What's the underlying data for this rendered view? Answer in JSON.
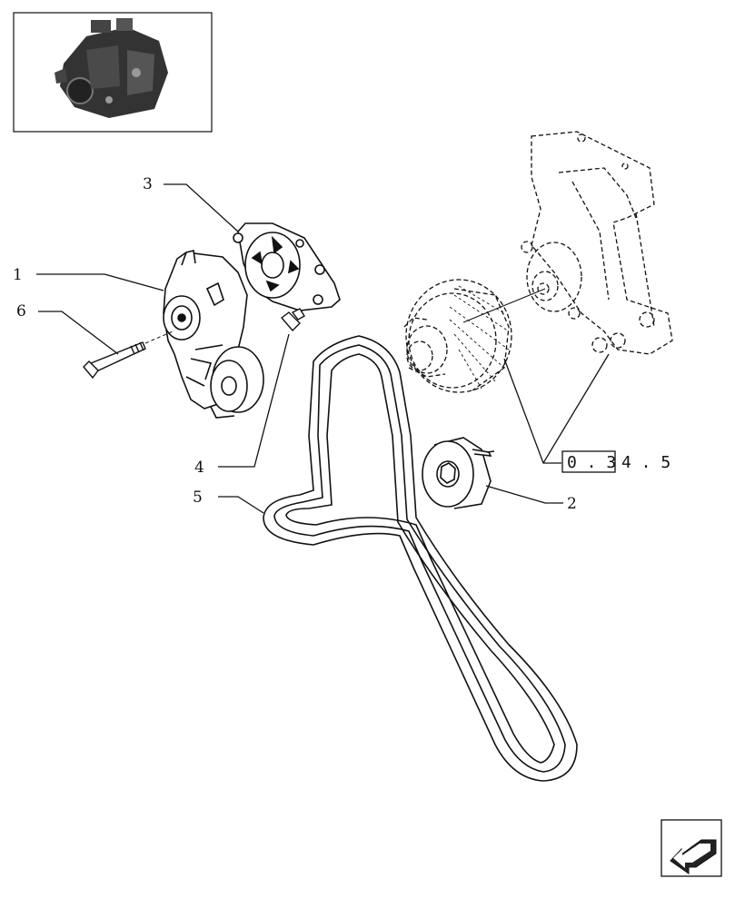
{
  "thumbnail": {
    "icon": "engine-thumbnail-icon"
  },
  "nav": {
    "icon": "previous-page-arrow-icon"
  },
  "callouts": [
    {
      "id": "1",
      "label": "1"
    },
    {
      "id": "2",
      "label": "2"
    },
    {
      "id": "3",
      "label": "3"
    },
    {
      "id": "4",
      "label": "4"
    },
    {
      "id": "5",
      "label": "5"
    },
    {
      "id": "6",
      "label": "6"
    }
  ],
  "reference": {
    "boxed": "0 . 3",
    "rest": "4 . 5"
  },
  "colors": {
    "line": "#111111",
    "background": "#ffffff"
  }
}
